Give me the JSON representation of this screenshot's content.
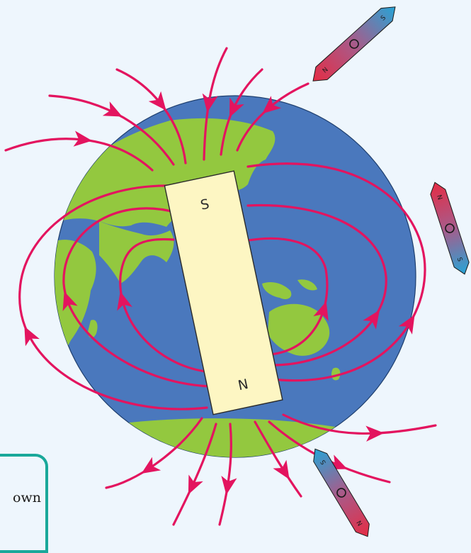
{
  "bar_magnet": {
    "south_label": "S",
    "north_label": "N"
  },
  "compass_needle": {
    "north_letter": "N",
    "south_letter": "S"
  },
  "note": {
    "text": "own"
  },
  "colors": {
    "ocean": "#4a78bd",
    "land": "#93c83f",
    "field_line": "#e3145f",
    "magnet": "#fdf6c3",
    "needle_north": "#e42d45",
    "needle_south": "#27a4d6",
    "background": "#eef6fd",
    "note_border": "#1aa89a"
  }
}
